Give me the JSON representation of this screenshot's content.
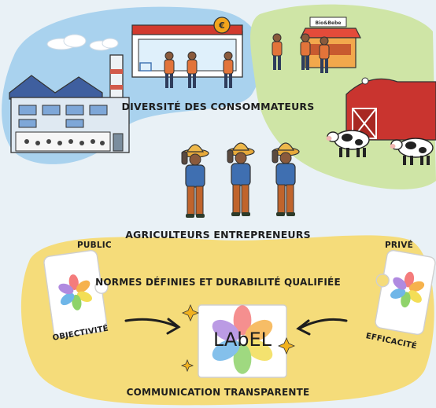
{
  "labels": {
    "diversite": "DIVERSITÉ DES CONSOMMATEURS",
    "agriculteurs": "AGRICULTEURS ENTREPRENEURS",
    "normes": "NORMES DÉFINIES ET DURABILITÉ QUALIFIÉE",
    "communication": "COMMUNICATION TRANSPARENTE",
    "public": "PUBLIC",
    "prive": "PRIVÉ",
    "objectivite": "OBJECTIVITÉ",
    "efficacite": "EFFICACITÉ"
  },
  "store": {
    "sign": "€"
  },
  "market": {
    "sign": "Bio&Bebe"
  },
  "label_card": {
    "text": "LAbEL"
  },
  "colors": {
    "background": "#e9f1f6",
    "blue_blob": "#a9d2ee",
    "green_blob": "#cfe5a6",
    "yellow_blob": "#f5dc7a",
    "barn_red": "#c9342f",
    "store_red": "#d23a2e",
    "store_coin": "#f2a51c"
  },
  "icons": {
    "factory": "factory-icon",
    "store": "store-icon",
    "market": "market-stall-icon",
    "barn": "barn-icon",
    "cow": "cow-icon",
    "farmer": "farmer-icon",
    "flower": "flower-icon",
    "arrow": "arrow-icon",
    "sparkle": "sparkle-icon"
  }
}
